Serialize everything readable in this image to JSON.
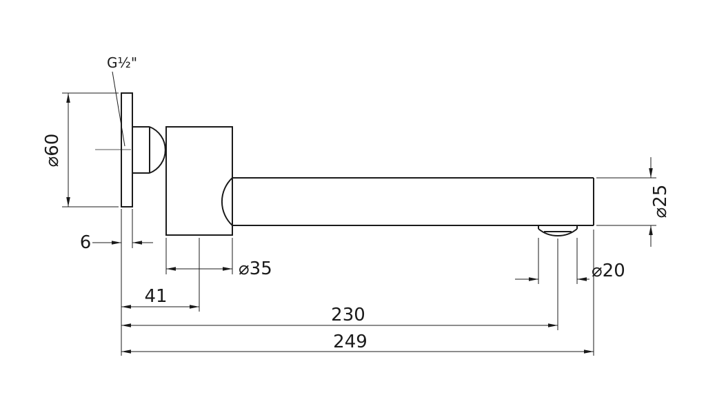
{
  "drawing": {
    "kind": "technical-dimension-drawing",
    "subject": "wall-mounted swivel bath spout, side elevation",
    "thread_label": "G½\"",
    "dimensions": {
      "flange_diameter": "⌀60",
      "flange_thickness": "6",
      "body_diameter": "⌀35",
      "wall_to_body_axis": "41",
      "wall_to_outlet": "230",
      "total_length": "249",
      "spout_diameter": "⌀25",
      "outlet_diameter": "⌀20"
    }
  },
  "colors": {
    "line": "#1a1a1a",
    "background": "#ffffff"
  }
}
